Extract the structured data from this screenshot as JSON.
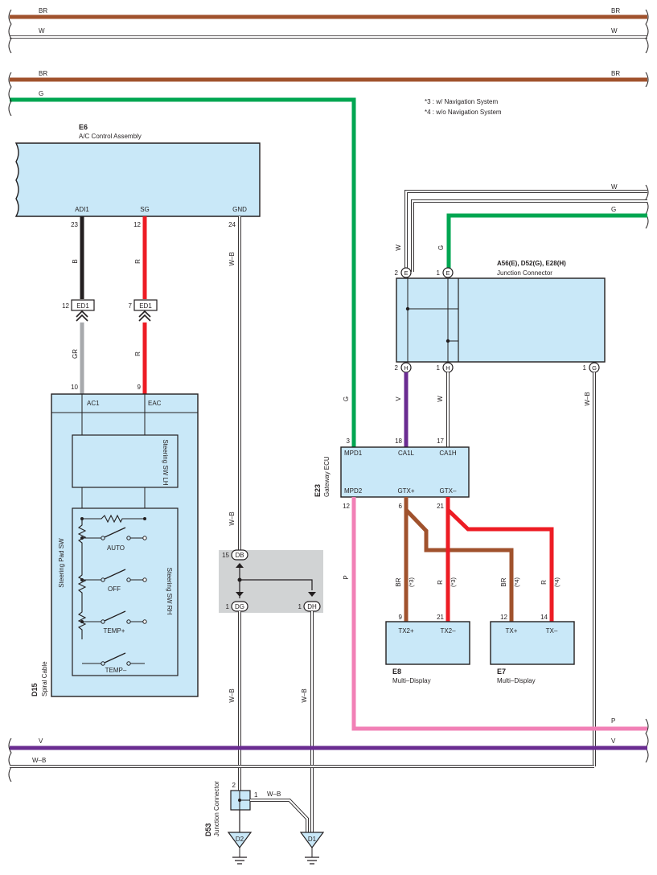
{
  "colors": {
    "BR": "#a0522d",
    "W": "#ffffff",
    "G": "#00a651",
    "B": "#231f20",
    "R": "#ed1c24",
    "GR": "#a7a9ac",
    "V": "#6a2c91",
    "P": "#f180b6",
    "component_fill": "#c9e8f8",
    "splice_fill": "#d1d3d4"
  },
  "buses": {
    "br1_left": "BR",
    "br1_right": "BR",
    "w_left": "W",
    "w_right": "W",
    "br2_left": "BR",
    "br2_right": "BR",
    "g_left": "G",
    "v_left": "V",
    "v_right": "V",
    "wb_left": "W–B",
    "p_right": "P",
    "w_top_right": "W",
    "g_top_right": "G"
  },
  "notes": {
    "n3": "*3 : w/ Navigation System",
    "n4": "*4 : w/o Navigation System"
  },
  "e6": {
    "id": "E6",
    "name": "A/C Control Assembly",
    "pins": {
      "adi1": "ADI1",
      "sg": "SG",
      "gnd": "GND"
    },
    "pin_nums": {
      "adi1": "23",
      "sg": "12",
      "gnd": "24"
    },
    "wire_adi1": "B",
    "wire_sg": "R",
    "wire_gnd": "W–B"
  },
  "ed1": {
    "label": "ED1",
    "pin_left": "12",
    "pin_right": "7",
    "wire_left_below": "GR",
    "wire_right_below": "R"
  },
  "d15": {
    "id": "D15",
    "name": "Spiral Cable",
    "pins": {
      "ac1": "AC1",
      "eac": "EAC"
    },
    "pin_nums": {
      "ac1": "10",
      "eac": "9"
    },
    "pad_sw": "Steering Pad SW",
    "sw_lh": "Steering SW LH",
    "sw_rh": "Steering SW RH",
    "switches": [
      "AUTO",
      "OFF",
      "TEMP+",
      "TEMP–"
    ]
  },
  "splice": {
    "db": "DB",
    "db_pin": "15",
    "dg": "DG",
    "dg_pin": "1",
    "dh": "DH",
    "dh_pin": "1",
    "wire_above": "W–B",
    "wire_below_left": "W–B",
    "wire_below_right": "W–B"
  },
  "d53": {
    "id": "D53",
    "name": "Junction Connector",
    "pin_top": "2",
    "pin_right": "1",
    "wire_right": "W–B"
  },
  "grounds": {
    "d2": "D2",
    "d1": "D1"
  },
  "jc": {
    "title": "A56(E), D52(G), E28(H)",
    "name": "Junction Connector",
    "e_left_pin": "2",
    "e_right_pin": "1",
    "h_left_pin": "2",
    "h_right_pin": "1",
    "g_pin": "1",
    "letter_e": "E",
    "letter_h": "H",
    "letter_g": "G",
    "wire_w_top": "W",
    "wire_g_top": "G",
    "wire_v_below": "V",
    "wire_w_below": "W",
    "wire_g_bottom": "W–B"
  },
  "e23": {
    "id": "E23",
    "name": "Gateway ECU",
    "pins": {
      "mpd1": "MPD1",
      "ca1l": "CA1L",
      "ca1h": "CA1H",
      "mpd2": "MPD2",
      "gtxp": "GTX+",
      "gtxm": "GTX–"
    },
    "pin_nums": {
      "mpd1": "3",
      "ca1l": "18",
      "ca1h": "17",
      "mpd2": "12",
      "gtxp": "6",
      "gtxm": "21"
    },
    "wire_mpd1": "G",
    "wire_mpd2": "P"
  },
  "e8": {
    "id": "E8",
    "name": "Multi–Display",
    "pins": {
      "tx2p": "TX2+",
      "tx2m": "TX2–"
    },
    "pin_nums": {
      "tx2p": "9",
      "tx2m": "21"
    },
    "wire_left": "BR",
    "wire_left_note": "(*3)",
    "wire_right": "R",
    "wire_right_note": "(*3)"
  },
  "e7": {
    "id": "E7",
    "name": "Multi–Display",
    "pins": {
      "txp": "TX+",
      "txm": "TX–"
    },
    "pin_nums": {
      "txp": "12",
      "txm": "14"
    },
    "wire_left": "BR",
    "wire_left_note": "(*4)",
    "wire_right": "R",
    "wire_right_note": "(*4)"
  }
}
